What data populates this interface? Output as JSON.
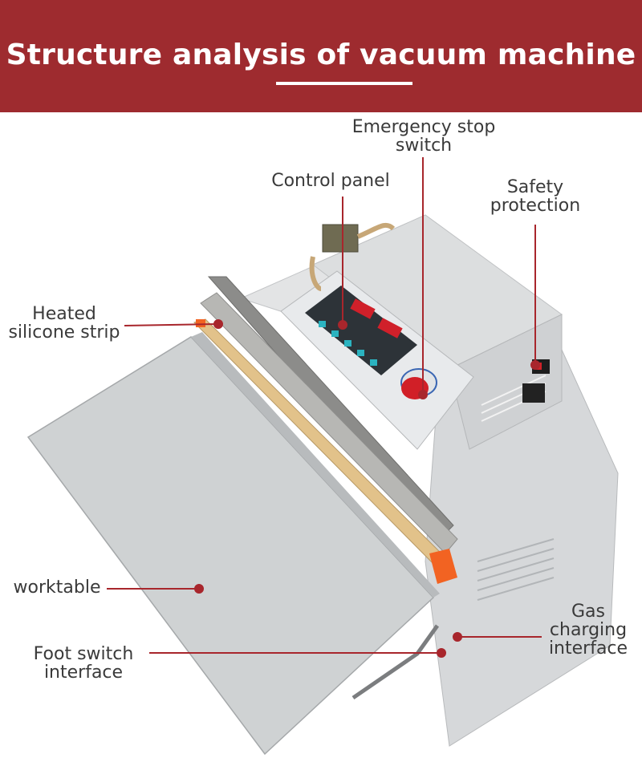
{
  "banner": {
    "title": "Structure analysis of vacuum machine",
    "background": "#9e2b2f"
  },
  "callout_color": "#a8262c",
  "callouts": {
    "emergency_stop": {
      "line1": "Emergency stop",
      "line2": "switch"
    },
    "control_panel": {
      "text": "Control panel"
    },
    "safety_protection": {
      "line1": "Safety",
      "line2": "protection"
    },
    "heated_strip": {
      "line1": "Heated",
      "line2": "silicone strip"
    },
    "worktable": {
      "text": "worktable"
    },
    "gas_charging": {
      "line1": "Gas",
      "line2": "charging",
      "line3": "interface"
    },
    "foot_switch": {
      "line1": "Foot switch",
      "line2": "interface"
    }
  }
}
